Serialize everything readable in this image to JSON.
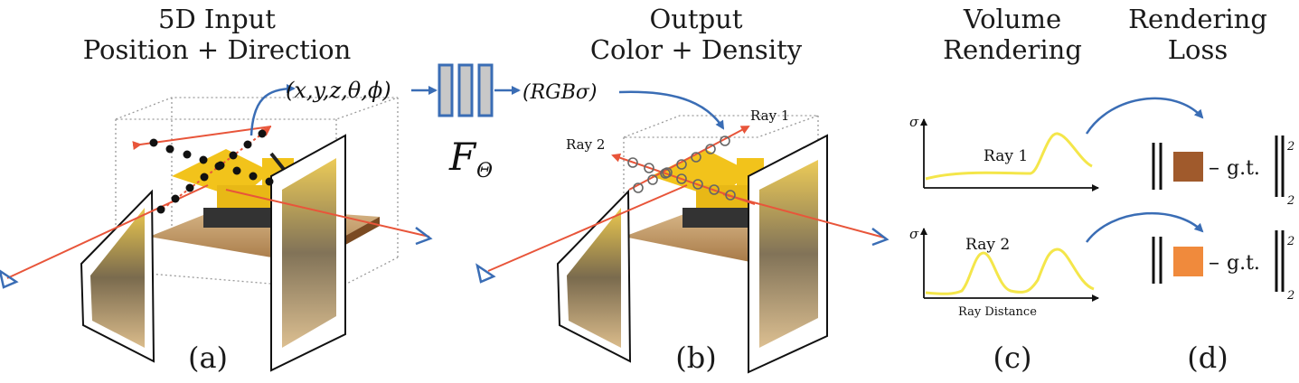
{
  "headings": {
    "a_line1": "5D Input",
    "a_line2": "Position + Direction",
    "b_line1": "Output",
    "b_line2": "Color + Density",
    "c_line1": "Volume",
    "c_line2": "Rendering",
    "d_line1": "Rendering",
    "d_line2": "Loss"
  },
  "network": {
    "input": "(x,y,z,θ,ϕ)",
    "output": "(RGBσ)",
    "symbol": "F",
    "subscript": "Θ"
  },
  "rays": {
    "ray1": "Ray 1",
    "ray2": "Ray 2"
  },
  "plots": {
    "y_symbol": "σ",
    "top_label": "Ray 1",
    "bottom_label": "Ray 2",
    "x_axis": "Ray Distance"
  },
  "loss": {
    "gt": "g.t.",
    "superscript": "2",
    "subscript": "2",
    "color_top": "#a05a2c",
    "color_bottom": "#f08a3c"
  },
  "panel_labels": {
    "a": "(a)",
    "b": "(b)",
    "c": "(c)",
    "d": "(d)"
  },
  "colors": {
    "ray_orange": "#e8553a",
    "arrow_blue": "#3a6db5",
    "curve_yellow": "#f4e64a",
    "network_fill": "#c8c8c8"
  }
}
